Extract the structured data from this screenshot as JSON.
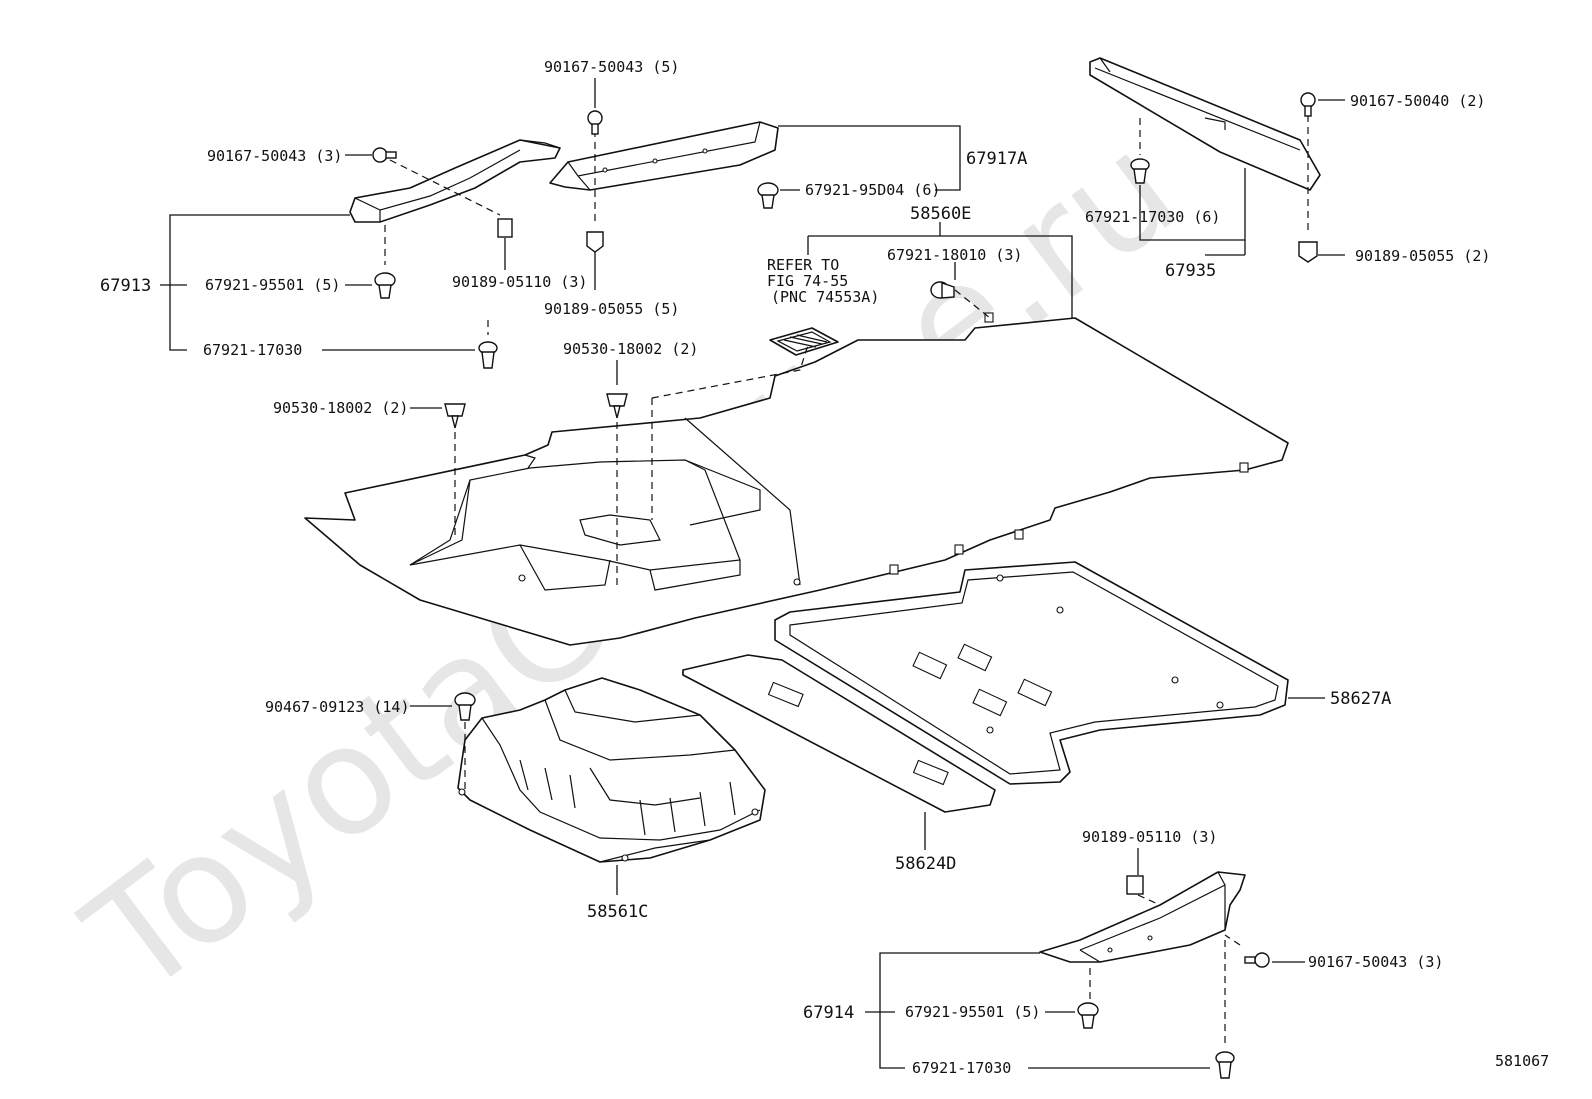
{
  "watermark": "ToyotaCarMine.ru",
  "figure_number": "581067",
  "labels": {
    "p90167_50043_top": "90167-50043 (5)",
    "p90167_50043_left": "90167-50043 (3)",
    "p67917A": "67917A",
    "p67921_95D04": "67921-95D04 (6)",
    "p58560E": "58560E",
    "p67921_18010": "67921-18010 (3)",
    "refer_line1": "REFER TO",
    "refer_line2": "FIG 74-55",
    "refer_line3": "(PNC 74553A)",
    "p90167_50040": "90167-50040 (2)",
    "p67921_17030_right": "67921-17030 (6)",
    "p67935": "67935",
    "p90189_05055_right": "90189-05055 (2)",
    "p67913": "67913",
    "p67921_95501_left": "67921-95501 (5)",
    "p90189_05110_left": "90189-05110 (3)",
    "p90189_05055_mid": "90189-05055 (5)",
    "p67921_17030_left": "67921-17030",
    "p90530_18002_mid": "90530-18002 (2)",
    "p90530_18002_left": "90530-18002 (2)",
    "p90467_09123": "90467-09123 (14)",
    "p58627A": "58627A",
    "p58624D": "58624D",
    "p58561C": "58561C",
    "p90189_05110_bottom": "90189-05110 (3)",
    "p90167_50043_bottom": "90167-50043 (3)",
    "p67914": "67914",
    "p67921_95501_bottom": "67921-95501 (5)",
    "p67921_17030_bottom": "67921-17030"
  }
}
